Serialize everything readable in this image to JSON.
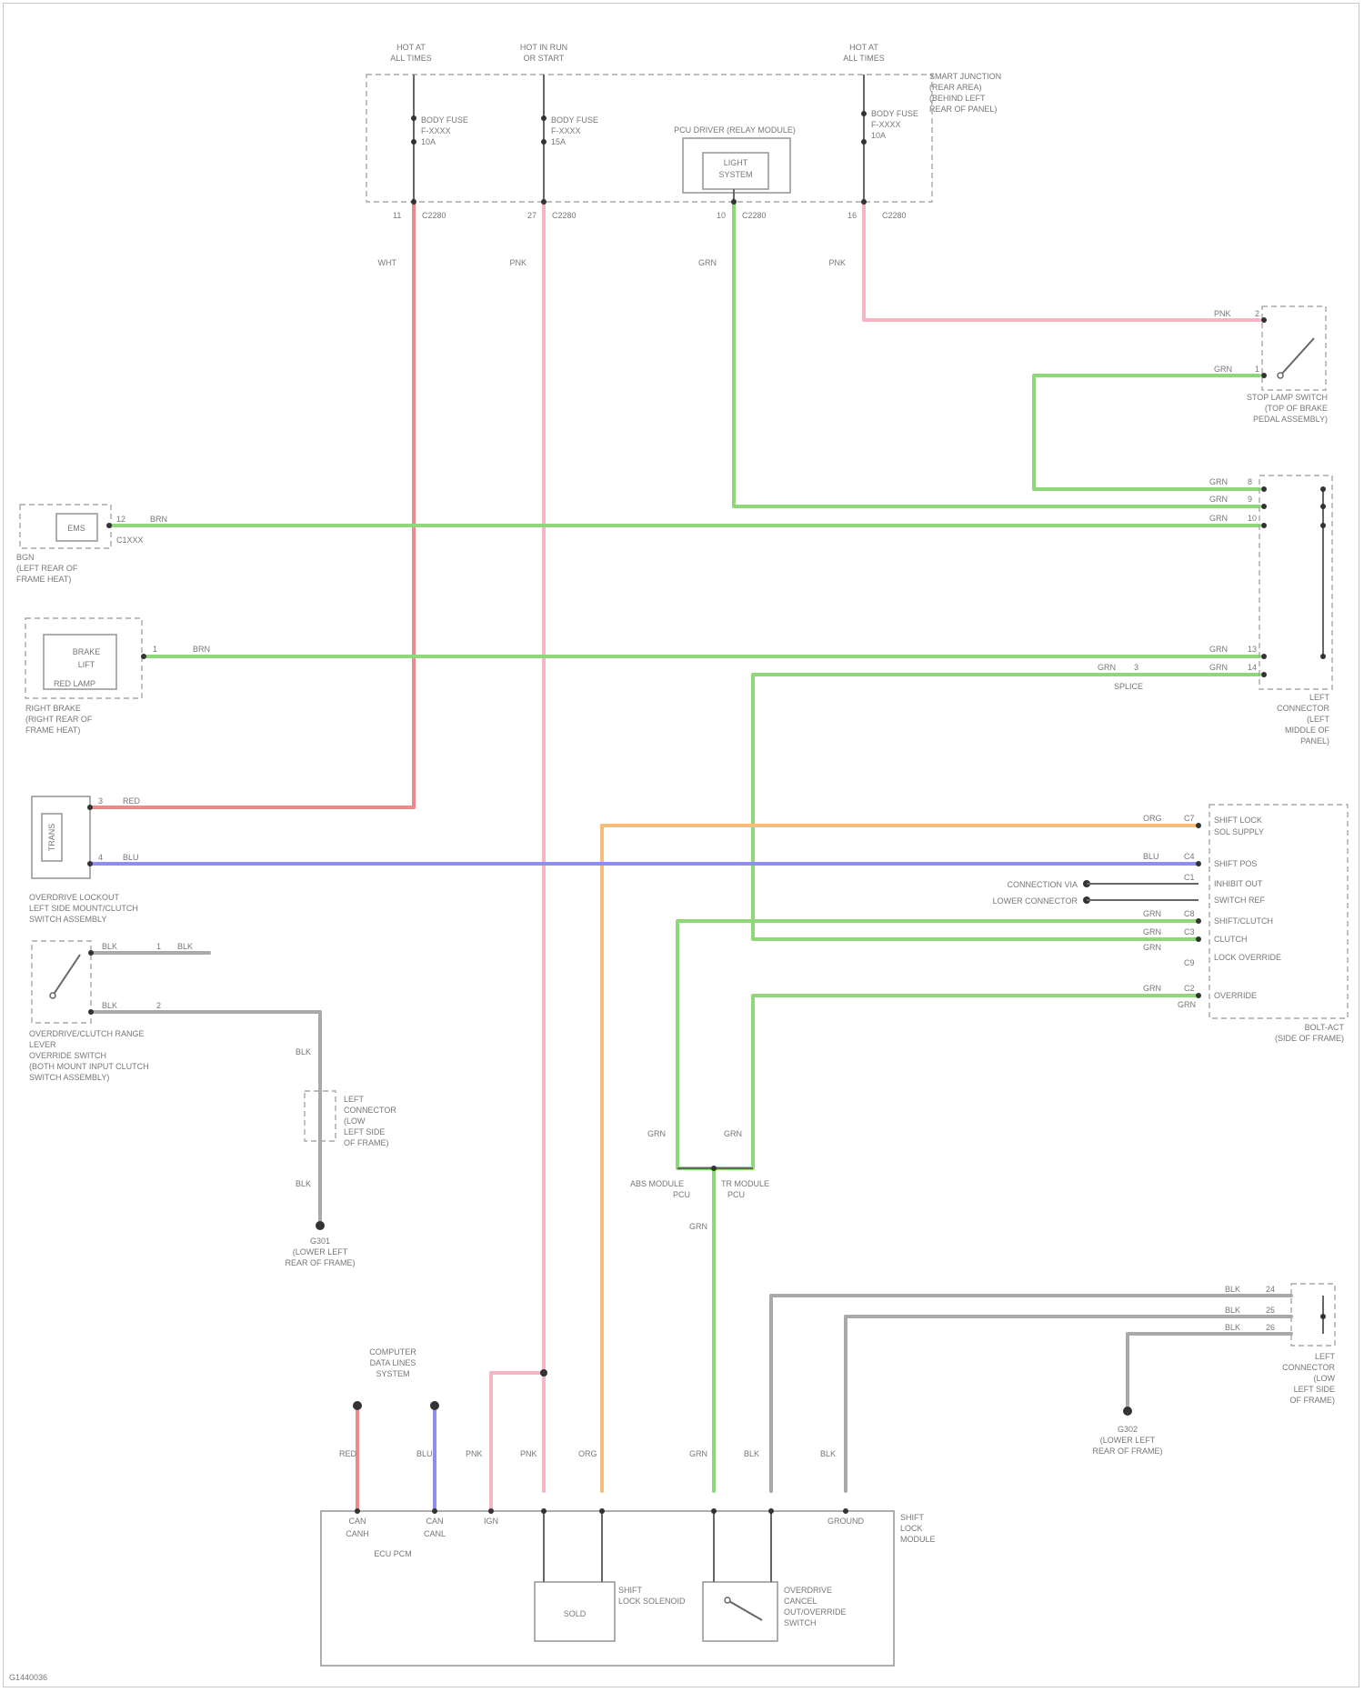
{
  "colors": {
    "red": "#ec8a8a",
    "pink": "#f4b6c2",
    "green": "#8fd87a",
    "orange": "#f6bd7a",
    "blue": "#8e8ef0",
    "gray": "#a9a9a9"
  },
  "fuse_box": {
    "title": [
      "SMART JUNCTION",
      "(REAR AREA)",
      "(BEHIND LEFT",
      "REAR OF PANEL)"
    ],
    "feed_1": [
      "HOT AT",
      "ALL TIMES"
    ],
    "feed_2": [
      "HOT IN RUN",
      "OR START"
    ],
    "feed_3": [
      "HOT AT",
      "ALL TIMES"
    ],
    "fuse_1": [
      "BODY FUSE",
      "F-XXXX",
      "10A"
    ],
    "fuse_2": [
      "BODY FUSE",
      "F-XXXX",
      "15A"
    ],
    "fuse_3": [
      "BODY FUSE",
      "F-XXXX",
      "10A"
    ],
    "relay_label": "PCU DRIVER (RELAY MODULE)",
    "relay_inner": [
      "LIGHT",
      "SYSTEM"
    ],
    "pins": [
      "11",
      "C2280",
      "27",
      "C2280",
      "10",
      "C2280",
      "16",
      "C2280"
    ],
    "wires": [
      "WHT",
      "PNK",
      "GRN",
      "PNK"
    ]
  },
  "brake_switch": {
    "label": [
      "STOP LAMP SWITCH",
      "(TOP OF BRAKE",
      "PEDAL ASSEMBLY)"
    ],
    "wires": [
      "PNK",
      "GRN"
    ],
    "pins": [
      "2",
      "1"
    ]
  },
  "connector_c2": {
    "label": [
      "LEFT",
      "CONNECTOR",
      "(LEFT",
      "MIDDLE OF",
      "PANEL)"
    ],
    "wires": [
      "GRN",
      "GRN",
      "GRN",
      "GRN",
      "GRN"
    ],
    "pins": [
      "8",
      "9",
      "10",
      "13",
      "14"
    ],
    "sub_wire": "GRN",
    "sub_pin": "3",
    "sub_label": "SPLICE"
  },
  "left_lamp": {
    "label": [
      "BGN",
      "(LEFT REAR OF",
      "FRAME HEAT)"
    ],
    "inner": "EMS",
    "pin": "12",
    "wire": "BRN",
    "conn": "C1XXX"
  },
  "right_lamp": {
    "label": [
      "RIGHT BRAKE",
      "(RIGHT REAR OF",
      "FRAME HEAT)"
    ],
    "inner": [
      "BRAKE",
      "LIFT"
    ],
    "sub": "RED LAMP",
    "pin": "1",
    "wire": "BRN"
  },
  "clutch_switch": {
    "label": [
      "OVERDRIVE LOCKOUT",
      "LEFT SIDE MOUNT/CLUTCH",
      "SWITCH ASSEMBLY"
    ],
    "inner": "TRANS",
    "pins": [
      "3",
      "4"
    ],
    "wires": [
      "RED",
      "BLU"
    ]
  },
  "clutch_override_switch": {
    "label": [
      "OVERDRIVE/CLUTCH RANGE",
      "LEVER",
      "OVERRIDE SWITCH",
      "(BOTH MOUNT INPUT CLUTCH",
      "SWITCH ASSEMBLY)"
    ],
    "wires": [
      "BLK",
      "BLK",
      "BLK"
    ],
    "pins": [
      "1",
      "2"
    ]
  },
  "ground_1": {
    "wires": [
      "BLK",
      "BLK"
    ],
    "connector_label": [
      "LEFT",
      "CONNECTOR",
      "(LOW",
      "LEFT SIDE",
      "OF FRAME)"
    ],
    "label": [
      "G301",
      "(LOWER LEFT",
      "REAR OF FRAME)"
    ]
  },
  "bcm": {
    "label": [
      "BOLT-ACT",
      "(SIDE OF FRAME)"
    ],
    "items": [
      "SHIFT LOCK",
      "SOL SUPPLY",
      "SHIFT POS",
      "INHIBIT OUT",
      "SWITCH REF",
      "SHIFT/CLUTCH",
      "CLUTCH",
      "LOCK OVERRIDE",
      "OVERRIDE"
    ],
    "wires": [
      "ORG",
      "BLU",
      "GRN",
      "GRN",
      "GRN",
      "GRN",
      "GRN"
    ],
    "pins": [
      "C7",
      "C4",
      "C1",
      "C8",
      "C3",
      "C9",
      "C2"
    ],
    "other_labels": [
      "CONNECTION VIA",
      "LOWER CONNECTOR"
    ]
  },
  "splice_bottom": {
    "wires": [
      "GRN",
      "GRN",
      "GRN"
    ],
    "labels": [
      "ABS MODULE",
      "PCU",
      "TR MODULE",
      "PCU"
    ]
  },
  "ground_2": {
    "wires": [
      "BLK",
      "BLK",
      "BLK"
    ],
    "pins": [
      "24",
      "25",
      "26"
    ],
    "connector_label": [
      "LEFT",
      "CONNECTOR",
      "(LOW",
      "LEFT SIDE",
      "OF FRAME)"
    ],
    "label": [
      "G302",
      "(LOWER LEFT",
      "REAR OF FRAME)"
    ]
  },
  "data_link": {
    "label": [
      "COMPUTER",
      "DATA LINES",
      "SYSTEM"
    ]
  },
  "pcm": {
    "label": [
      "SHIFT",
      "LOCK",
      "MODULE"
    ],
    "bottom_label": "ECU PCM",
    "top_pins": [
      "CAN",
      "CAN"
    ],
    "can_labels": [
      "CANH",
      "CANL"
    ],
    "mid_label": "IGN",
    "ground_label": "GROUND",
    "wires": [
      "RED",
      "BLU",
      "PNK",
      "PNK",
      "ORG",
      "GRN",
      "BLK",
      "BLK"
    ],
    "solenoid": "SOLD",
    "solenoid_label": [
      "SHIFT",
      "LOCK SOLENOID"
    ],
    "switch_label": [
      "OVERDRIVE",
      "CANCEL",
      "OUT/OVERRIDE",
      "SWITCH"
    ]
  },
  "footer": "G1440036"
}
